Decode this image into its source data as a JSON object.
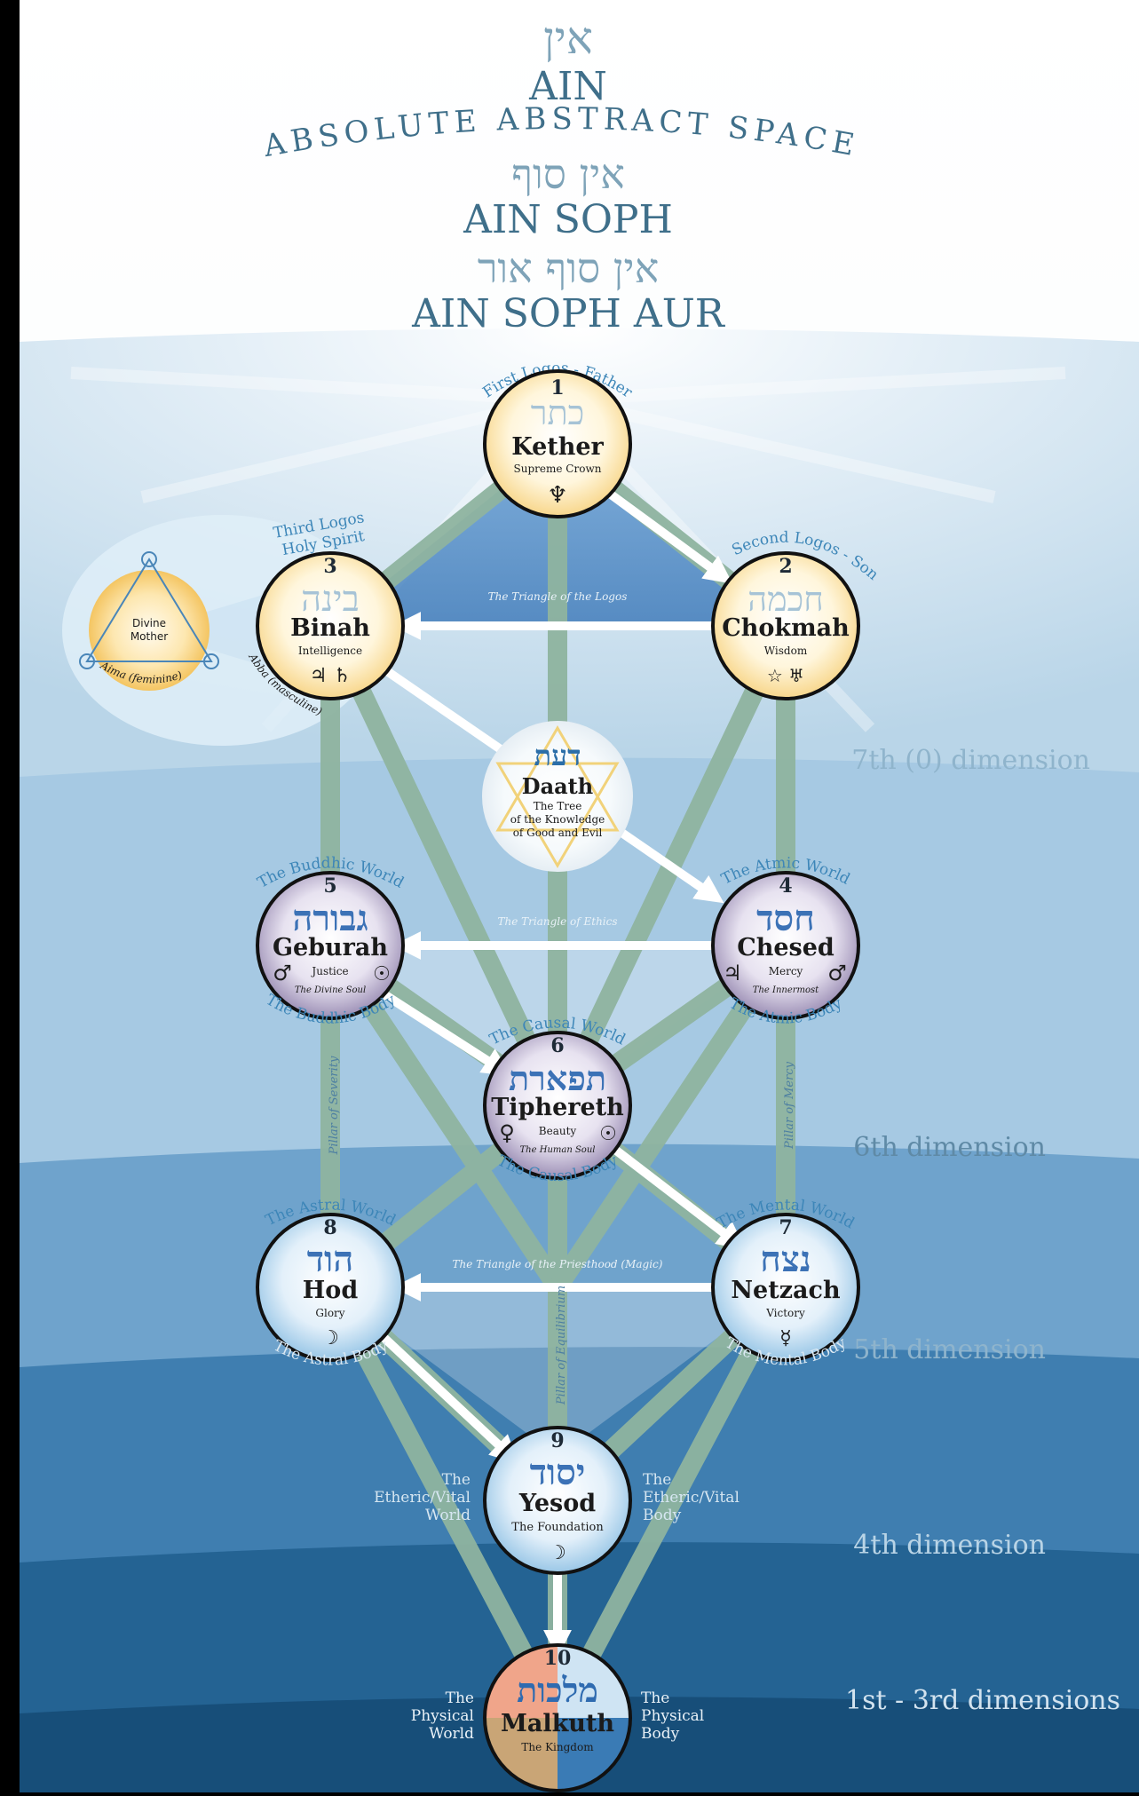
{
  "titles": {
    "ain_hebrew": "אין",
    "ain": "AIN",
    "space": "ABSOLUTE ABSTRACT SPACE",
    "ain_soph_hebrew": "אין סוף",
    "ain_soph": "AIN SOPH",
    "ain_soph_aur_hebrew": "אין סוף אור",
    "ain_soph_aur": "AIN SOPH AUR"
  },
  "dimensions": [
    "7th (0) dimension",
    "6th dimension",
    "5th dimension",
    "4th dimension",
    "1st - 3rd dimensions"
  ],
  "logos": {
    "first": "First Logos - Father",
    "second": "Second Logos - Son",
    "third_1": "Third Logos",
    "third_2": "Holy Spirit"
  },
  "divine_mother": {
    "line1": "Divine",
    "line2": "Mother",
    "aima": "Aima (feminine)",
    "abba": "Abba (masculine)"
  },
  "sephiroth": {
    "kether": {
      "num": "1",
      "heb": "כתר",
      "name": "Kether",
      "meaning": "Supreme Crown",
      "symbols": "♆"
    },
    "chokmah": {
      "num": "2",
      "heb": "חכמה",
      "name": "Chokmah",
      "meaning": "Wisdom",
      "symbols": "☆ ♅"
    },
    "binah": {
      "num": "3",
      "heb": "בינה",
      "name": "Binah",
      "meaning": "Intelligence",
      "symbols": "♃ ♄"
    },
    "daath": {
      "heb": "דעת",
      "name": "Daath",
      "line1": "The Tree",
      "line2": "of the Knowledge",
      "line3": "of Good and Evil"
    },
    "chesed": {
      "num": "4",
      "heb": "חסד",
      "name": "Chesed",
      "meaning": "Mercy",
      "body": "The Innermost",
      "sym_left": "♃",
      "sym_right": "♂"
    },
    "geburah": {
      "num": "5",
      "heb": "גבורה",
      "name": "Geburah",
      "meaning": "Justice",
      "body": "The Divine Soul",
      "sym_left": "♂",
      "sym_right": "☉"
    },
    "tiphereth": {
      "num": "6",
      "heb": "תפארת",
      "name": "Tiphereth",
      "meaning": "Beauty",
      "body": "The Human Soul",
      "sym_left": "♀",
      "sym_right": "☉"
    },
    "netzach": {
      "num": "7",
      "heb": "נצח",
      "name": "Netzach",
      "meaning": "Victory",
      "symbols": "☿"
    },
    "hod": {
      "num": "8",
      "heb": "הוד",
      "name": "Hod",
      "meaning": "Glory",
      "symbols": "☽"
    },
    "yesod": {
      "num": "9",
      "heb": "יסוד",
      "name": "Yesod",
      "meaning": "The Foundation",
      "symbols": "☽"
    },
    "malkuth": {
      "num": "10",
      "heb": "מלכות",
      "name": "Malkuth",
      "meaning": "The Kingdom"
    }
  },
  "worlds": {
    "atmic": "The Atmic World",
    "buddhic": "The Buddhic World",
    "causal": "The Causal World",
    "mental": "The Mental World",
    "astral": "The Astral World",
    "atmic_body": "The Atmic Body",
    "buddhic_body": "The Buddhic Body",
    "causal_body": "The Causal Body",
    "mental_body": "The Mental Body",
    "astral_body": "The Astral Body"
  },
  "triangles": {
    "logos": "The Triangle of the Logos",
    "ethics": "The Triangle of Ethics",
    "priesthood": "The Triangle of the Priesthood (Magic)"
  },
  "pillars": {
    "severity": "Pillar of Severity",
    "mercy": "Pillar of Mercy",
    "equilibrium": "Pillar of Equilibrium"
  },
  "side_labels": {
    "etheric_world": [
      "The",
      "Etheric/Vital",
      "World"
    ],
    "etheric_body": [
      "The",
      "Etheric/Vital",
      "Body"
    ],
    "physical_world": [
      "The",
      "Physical",
      "World"
    ],
    "physical_body": [
      "The",
      "Physical",
      "Body"
    ]
  }
}
